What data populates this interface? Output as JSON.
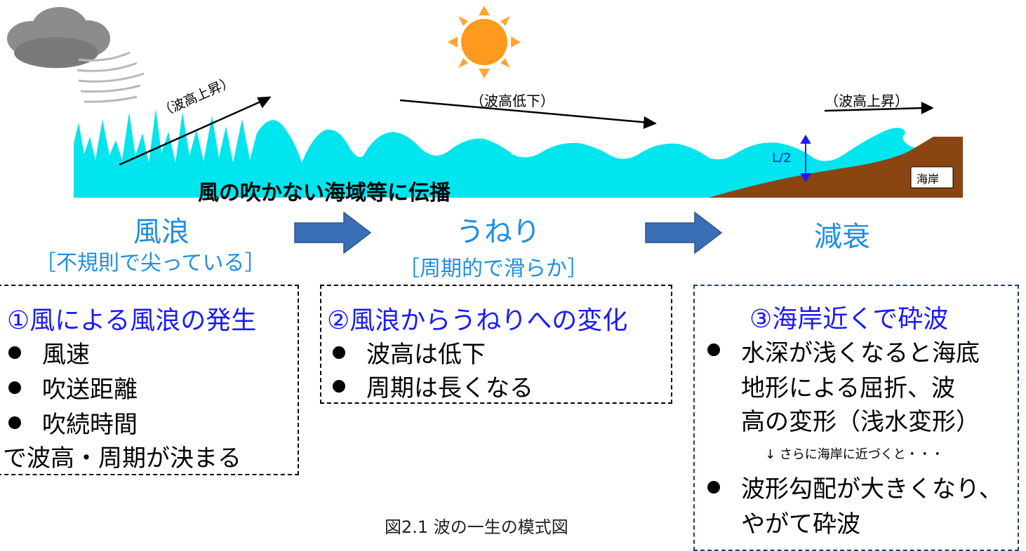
{
  "arrows": {
    "rise1": "（波高上昇）",
    "fall": "（波高低下）",
    "rise2": "（波高上昇）"
  },
  "scene_labels": {
    "propagation": "風の吹かない海域等に伝播",
    "half_length": "L/2",
    "coast": "海岸"
  },
  "stages": [
    {
      "name": "風浪",
      "sub": "［不規則で尖っている］"
    },
    {
      "name": "うねり",
      "sub": "［周期的で滑らか］"
    },
    {
      "name": "減衰",
      "sub": ""
    }
  ],
  "box1": {
    "title": "①風による風浪の発生",
    "bullets": [
      "風速",
      "吹送距離",
      "吹続時間"
    ],
    "footer": "で波高・周期が決まる"
  },
  "box2": {
    "title": "②風浪からうねりへの変化",
    "bullets": [
      "波高は低下",
      "周期は長くなる"
    ]
  },
  "box3": {
    "title": "③海岸近くで砕波",
    "bullet1_lines": [
      "水深が浅くなると海底",
      "地形による屈折、波",
      "高の変形（浅水変形）"
    ],
    "note": "↓ さらに海岸に近づくと・・・",
    "bullet2_lines": [
      "波形勾配が大きくなり、",
      "やがて砕波"
    ]
  },
  "caption": "図2.1 波の一生の模式図",
  "colors": {
    "water": "#00e5ee",
    "land": "#8b4513",
    "stage_blue": "#1f8fe0",
    "title_blue": "#1a1aff",
    "arrow_blue": "#3a6fb5",
    "sun": "#ff9a1f"
  }
}
